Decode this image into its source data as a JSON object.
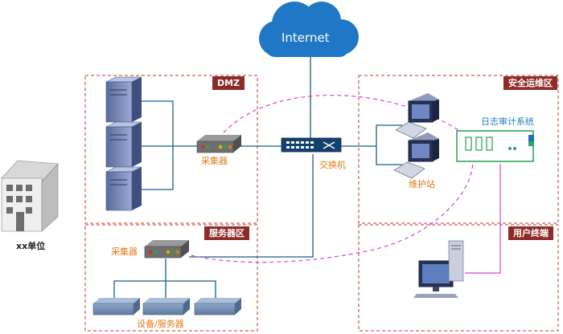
{
  "internet_label": "Internet",
  "zones": {
    "dmz": "DMZ",
    "security_ops": "安全运维区",
    "server_zone": "服务器区",
    "user_terminal": "用户终端"
  },
  "nodes": {
    "unit": "xx单位",
    "collector_dmz": "采集器",
    "switch": "交换机",
    "maintenance_station": "维护站",
    "log_audit": "日志审计系统",
    "collector_server": "采集器",
    "devices_servers": "设备/服务器"
  },
  "colors": {
    "zone_border": "#c0392b",
    "zone_tag": "#8e2a28",
    "link_blue": "#1a5e8c",
    "link_pink": "#e040d0",
    "cloud": "#1f77c5",
    "label_orange": "#e07b1a",
    "label_blue": "#1f7fc4"
  },
  "icons": [
    "cloud-icon",
    "building-icon",
    "server-icon",
    "collector-icon",
    "switch-icon",
    "workstation-icon",
    "audit-appliance-icon",
    "desktop-pc-icon",
    "device-box-icon"
  ]
}
